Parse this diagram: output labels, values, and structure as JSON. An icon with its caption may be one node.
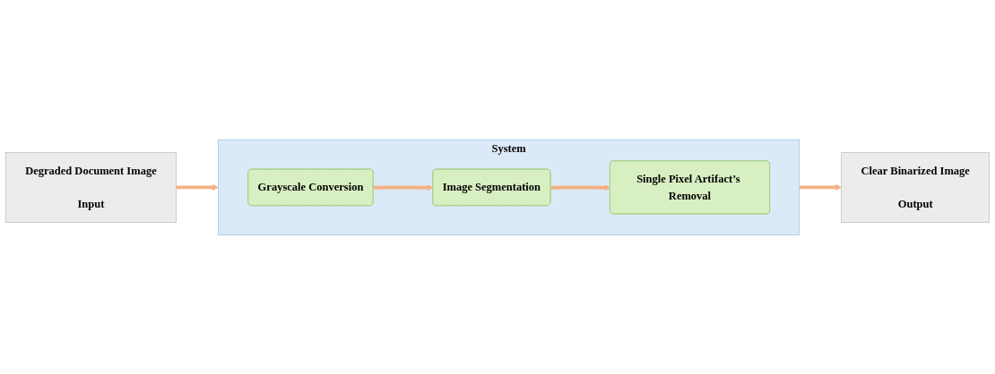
{
  "diagram": {
    "nodes": [
      {
        "text": [
          "Degraded Document Image",
          "Input"
        ]
      },
      {
        "text": [
          "System"
        ]
      },
      {
        "text": [
          "Grayscale Conversion"
        ],
        "in": 1
      },
      {
        "text": [
          "Image Segmentation"
        ],
        "in": 1
      },
      {
        "text": [
          "Single Pixel Artifact’s Removal"
        ],
        "in": 1
      },
      {
        "text": [
          "Clear Binarized Image",
          "Output"
        ]
      }
    ],
    "edges": [
      {
        "from": 0,
        "to": 1,
        "arrow": "to"
      },
      {
        "from": 2,
        "to": 3,
        "arrow": "to"
      },
      {
        "from": 3,
        "to": 4,
        "arrow": "to"
      },
      {
        "from": 1,
        "to": 5,
        "arrow": "to"
      }
    ]
  }
}
